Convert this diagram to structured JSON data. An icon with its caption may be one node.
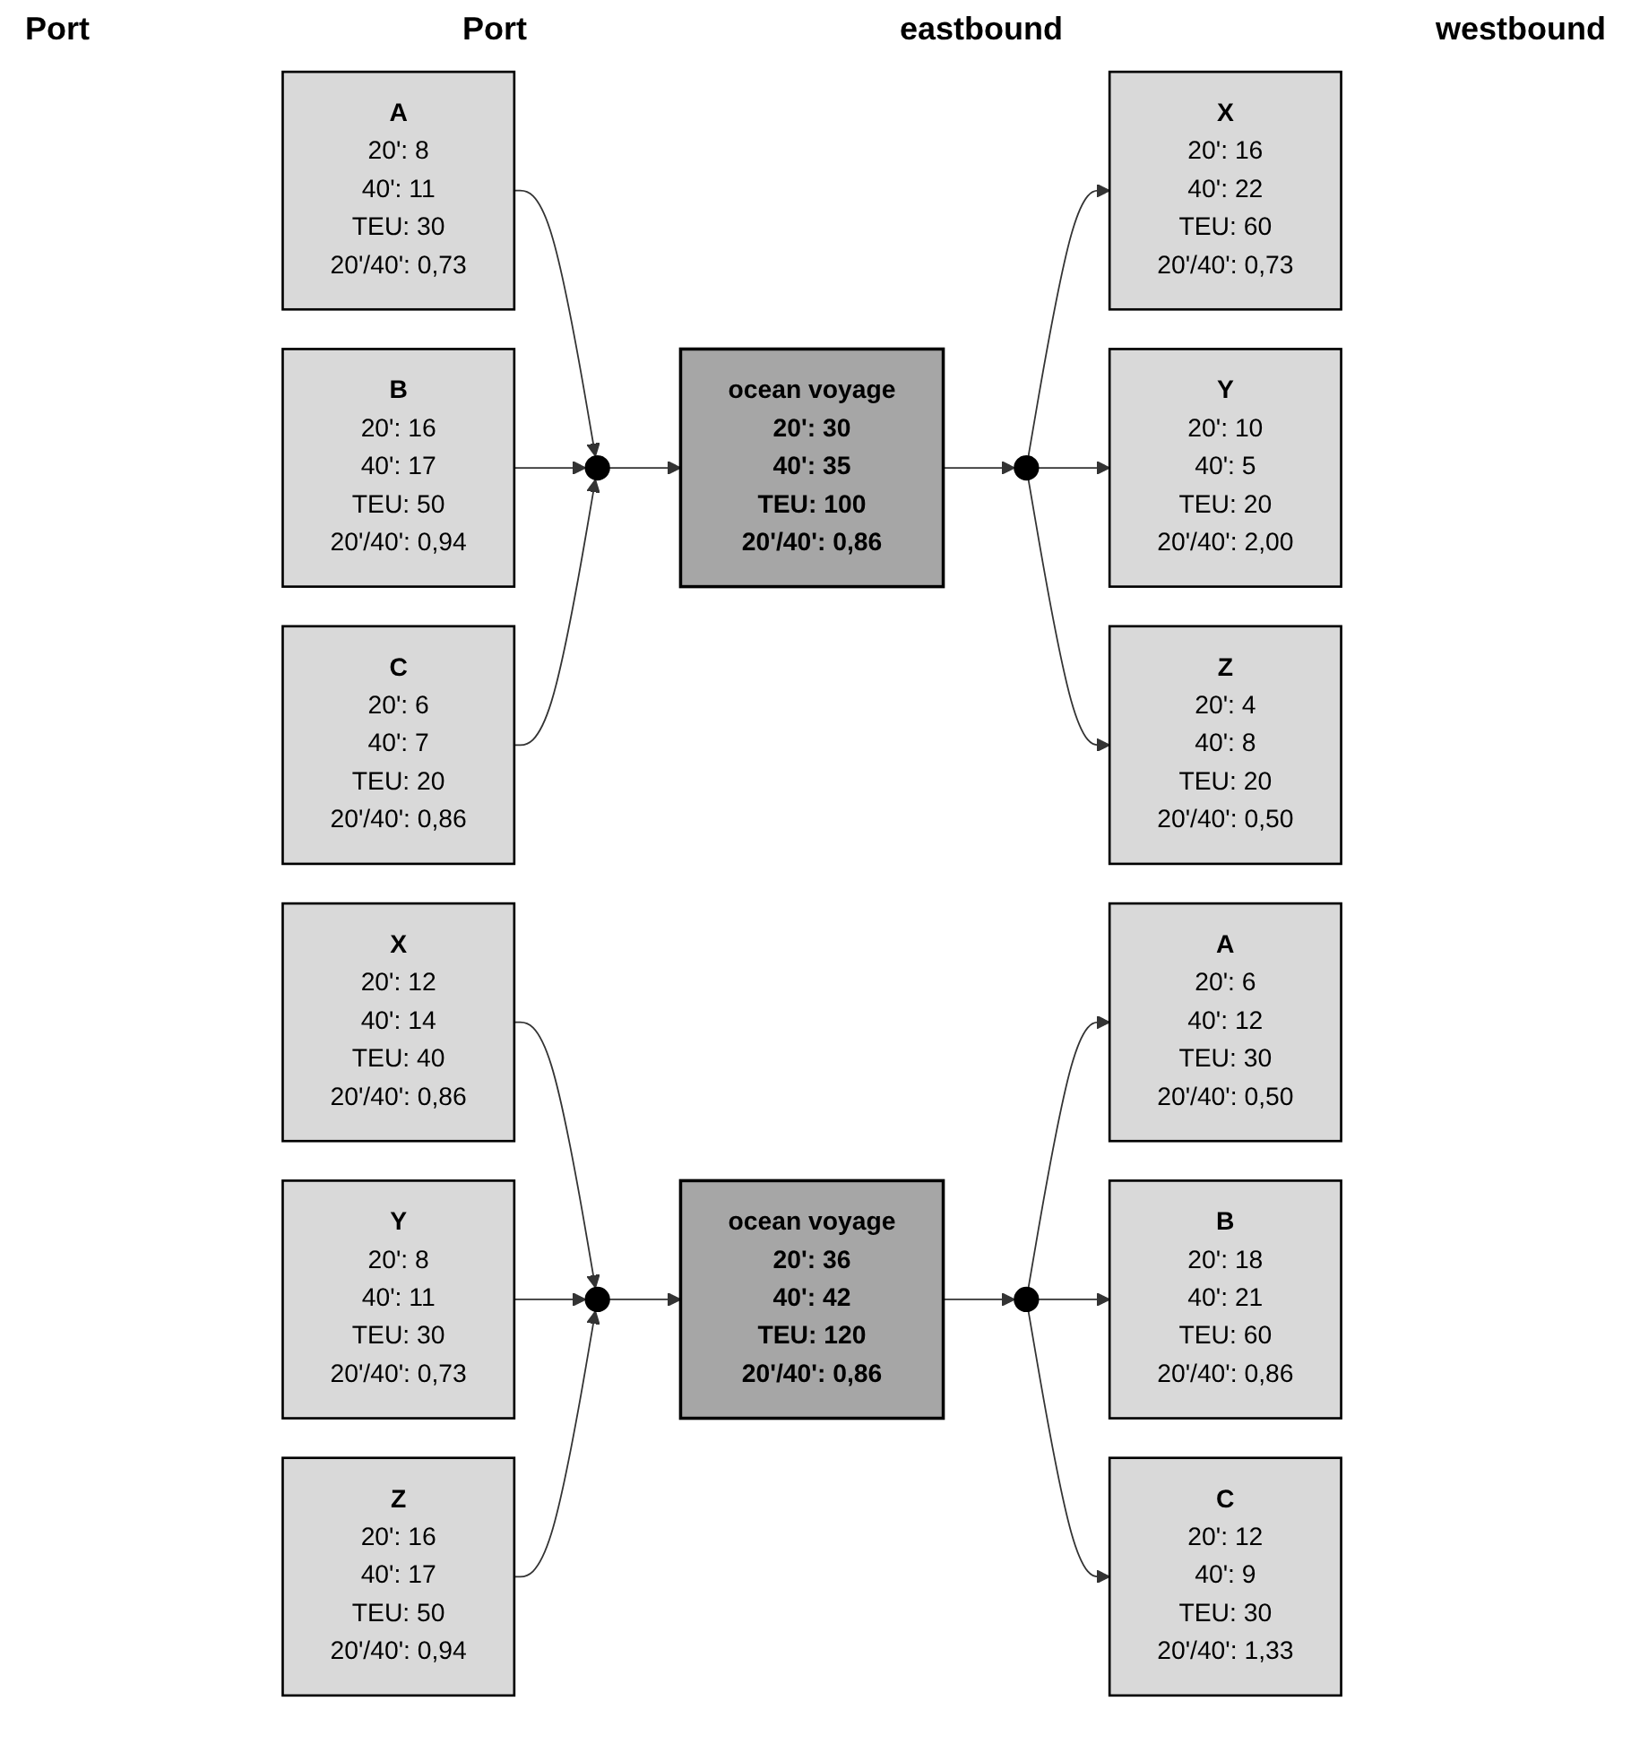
{
  "diagram": {
    "nodes": [
      {
        "text": [
          "A",
          "20': 8",
          "40': 11",
          "TEU: 30",
          "20'/40': 0,73"
        ]
      },
      {
        "text": [
          "X",
          "20': 16",
          "40': 22",
          "TEU: 60",
          "20'/40': 0,73"
        ]
      },
      {
        "text": [
          "B",
          "20': 16",
          "40': 17",
          "TEU: 50",
          "20'/40': 0,94"
        ]
      },
      {
        "text": [],
        "shape": "circle"
      },
      {
        "text": [
          "ocean voyage",
          "20': 30",
          "40': 35",
          "TEU: 100",
          "20'/40': 0,86"
        ]
      },
      {
        "text": [],
        "shape": "circle"
      },
      {
        "text": [
          "Y",
          "20': 10",
          "40': 5",
          "TEU: 20",
          "20'/40': 2,00"
        ]
      },
      {
        "text": [
          "C",
          "20': 6",
          "40': 7",
          "TEU: 20",
          "20'/40': 0,86"
        ]
      },
      {
        "text": [
          "Z",
          "20': 4",
          "40': 8",
          "TEU: 20",
          "20'/40': 0,50"
        ]
      },
      {
        "text": [
          "A",
          "20': 6",
          "40': 12",
          "TEU: 30",
          "20'/40': 0,50"
        ]
      },
      {
        "text": [
          "X",
          "20': 12",
          "40': 14",
          "TEU: 40",
          "20'/40': 0,86"
        ]
      },
      {
        "text": [
          "B",
          "20': 18",
          "40': 21",
          "TEU: 60",
          "20'/40': 0,86"
        ]
      },
      {
        "text": [],
        "shape": "circle"
      },
      {
        "text": [
          "ocean voyage",
          "20': 36",
          "40': 42",
          "TEU: 120",
          "20'/40': 0,86"
        ]
      },
      {
        "text": [],
        "shape": "circle"
      },
      {
        "text": [
          "Y",
          "20': 8",
          "40': 11",
          "TEU: 30",
          "20'/40': 0,73"
        ]
      },
      {
        "text": [
          "C",
          "20': 12",
          "40': 9",
          "TEU: 30",
          "20'/40': 1,33"
        ]
      },
      {
        "text": [
          "Z",
          "20': 16",
          "40': 17",
          "TEU: 50",
          "20'/40': 0,94"
        ]
      }
    ],
    "edges": [
      {
        "from": 0,
        "to": 3,
        "arrow": "to"
      },
      {
        "from": 2,
        "to": 3,
        "arrow": "to"
      },
      {
        "from": 7,
        "to": 3,
        "arrow": "to"
      },
      {
        "from": 3,
        "to": 4,
        "arrow": "to"
      },
      {
        "from": 4,
        "to": 5,
        "arrow": "to"
      },
      {
        "from": 5,
        "to": 1,
        "arrow": "to"
      },
      {
        "from": 5,
        "to": 6,
        "arrow": "to"
      },
      {
        "from": 5,
        "to": 8,
        "arrow": "to"
      },
      {
        "from": 10,
        "to": 14,
        "arrow": "to"
      },
      {
        "from": 15,
        "to": 14,
        "arrow": "to"
      },
      {
        "from": 17,
        "to": 14,
        "arrow": "to"
      },
      {
        "from": 14,
        "to": 13,
        "arrow": "to"
      },
      {
        "from": 13,
        "to": 12,
        "arrow": "to"
      },
      {
        "from": 12,
        "to": 9,
        "arrow": "to"
      },
      {
        "from": 12,
        "to": 11,
        "arrow": "to"
      },
      {
        "from": 12,
        "to": 16,
        "arrow": "to"
      }
    ],
    "labels": [
      "Port",
      "Port",
      "eastbound",
      "westbound"
    ]
  }
}
